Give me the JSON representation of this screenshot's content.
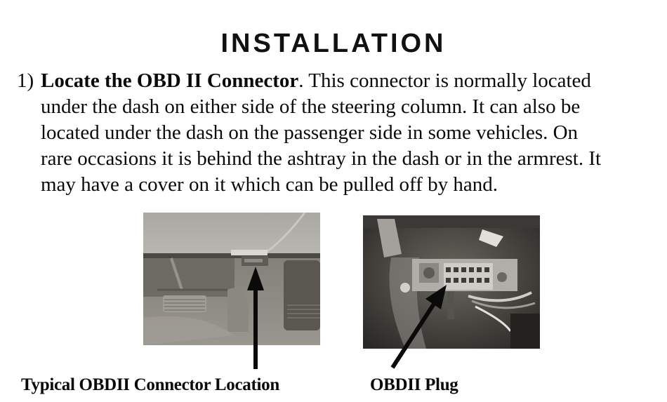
{
  "page": {
    "title": "INSTALLATION",
    "step": {
      "number": "1)",
      "heading": "Locate the OBD II Connector",
      "lines": [
        ". This connector is normally located",
        "under the dash on either side of the steering column. It can also be",
        "located under the dash on the passenger side in some vehicles. On",
        "rare occasions it is behind the ashtray in the dash or in the armrest. It",
        "may have a cover on it which can be pulled off by hand."
      ]
    },
    "figures": [
      {
        "caption": "Typical OBDII Connector Location",
        "image": "under-dash-photo"
      },
      {
        "caption": "OBDII Plug",
        "image": "obd-plug-photo"
      }
    ]
  }
}
